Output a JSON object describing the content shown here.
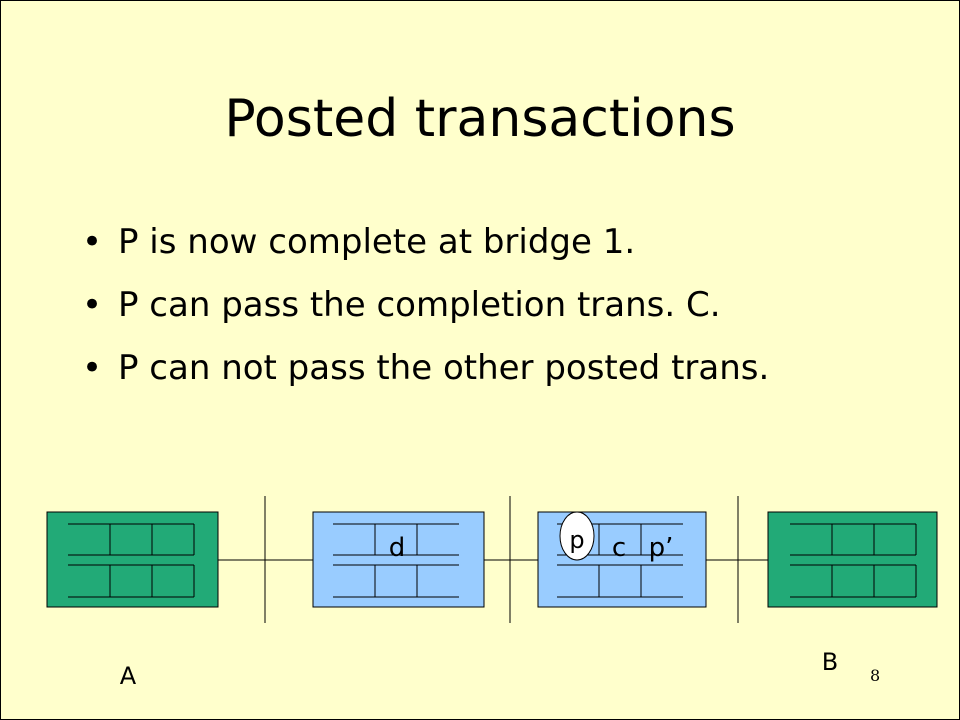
{
  "slide": {
    "title": "Posted transactions",
    "bullets": [
      {
        "marker": "•",
        "text": "P is now complete at bridge 1."
      },
      {
        "marker": "•",
        "text": "P can pass the completion trans. C."
      },
      {
        "marker": "•",
        "text": "P can not pass the other posted trans."
      }
    ],
    "page_number": "8"
  },
  "diagram": {
    "colors": {
      "endpoint_fill": "#22aa77",
      "bridge_fill": "#99ccff",
      "line": "#000000",
      "ellipse_fill": "#ffffff"
    },
    "labels": {
      "node_a": "A",
      "node_b": "B",
      "bridge1_queue_item": "d",
      "bridge2_item_c": "c",
      "bridge2_item_p_prime": "p’",
      "bridge2_item_p": "p"
    }
  }
}
